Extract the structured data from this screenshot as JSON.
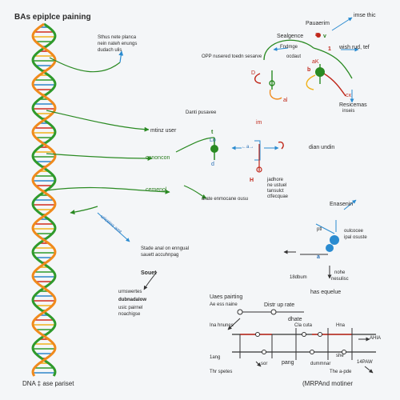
{
  "title": "BAs epiplce paining",
  "footer_left": "DNA ‡ ase pariset",
  "footer_right": "(MRPAnd motiner",
  "helix": {
    "strand_colors": [
      "#2f9a2b",
      "#f08a1c"
    ],
    "rung_colors": [
      "#2f86c9",
      "#d12b1e",
      "#f0b21c",
      "#2f9a2b"
    ]
  },
  "colors": {
    "green": "#2a8a22",
    "blue": "#2a8bd0",
    "red": "#c0281b",
    "dark": "#333333"
  },
  "left_notes": {
    "top_note": [
      "Sthus nete planca",
      "nein nateh enungs",
      "dudach ulis"
    ],
    "mid_label": "mtinz user",
    "canon_label": "canoncon",
    "cem_label": "cemenol",
    "diagonal_label": "uriceins amt",
    "note_block": [
      "Stade anal on enngual",
      "sauett accuhnpag"
    ],
    "sout": "Souet",
    "lower_notes": [
      "urnswertes",
      "dubnadalow",
      "usic pairnel",
      "noachigse"
    ]
  },
  "top_right": {
    "title1": "Pauaerim",
    "title2": "imse thic",
    "sealg": "Sealgence",
    "letter_a": "a",
    "fndmge": "Fndmge",
    "ocdaut": "ocdaut",
    "ocp_note": "OPP nusered toedn sesarve",
    "wish": "wish rud, tef",
    "small_v": "v",
    "num1": "1",
    "ad": "aK",
    "b": "b",
    "cx": "cx",
    "letter_d": "D",
    "al": "al",
    "resic": "Resicemas",
    "resic_sub": "inseis"
  },
  "middle": {
    "danti": "Danti pusavee",
    "t": "t",
    "im": "im",
    "lo": "Lo",
    "d": "d",
    "arrow_label": "←a→",
    "dian": "dian undin",
    "h": "H",
    "side_notes": [
      "jadhore",
      "ne ustuel",
      "tansulct",
      "ctfecquae"
    ],
    "under_note": "arate enmocane ousu"
  },
  "right_mid": {
    "title": "Enasenin",
    "ptl": "ptl",
    "side": [
      "oulcocee",
      "ipal osuste"
    ],
    "a": "a",
    "num": "18dbum",
    "notes": [
      "nohe",
      "nesulisc"
    ],
    "eq": "has equelue"
  },
  "bottom_right": {
    "uaes": "Uaes pairting",
    "aeess": "Ae ess naine",
    "distr": "Distr up rate",
    "dhate": "dhate",
    "ina": "Ina  hnunes",
    "cla": "Cla cuta",
    "hna": "Hna",
    "ahia": "AHIA",
    "ling": "1ang",
    "pang": "pang",
    "dumme": "dummnar",
    "she": "she",
    "lawa": "14PAW",
    "thr": "Thr spetes",
    "the": "The a-pde",
    "sor": "sor"
  }
}
